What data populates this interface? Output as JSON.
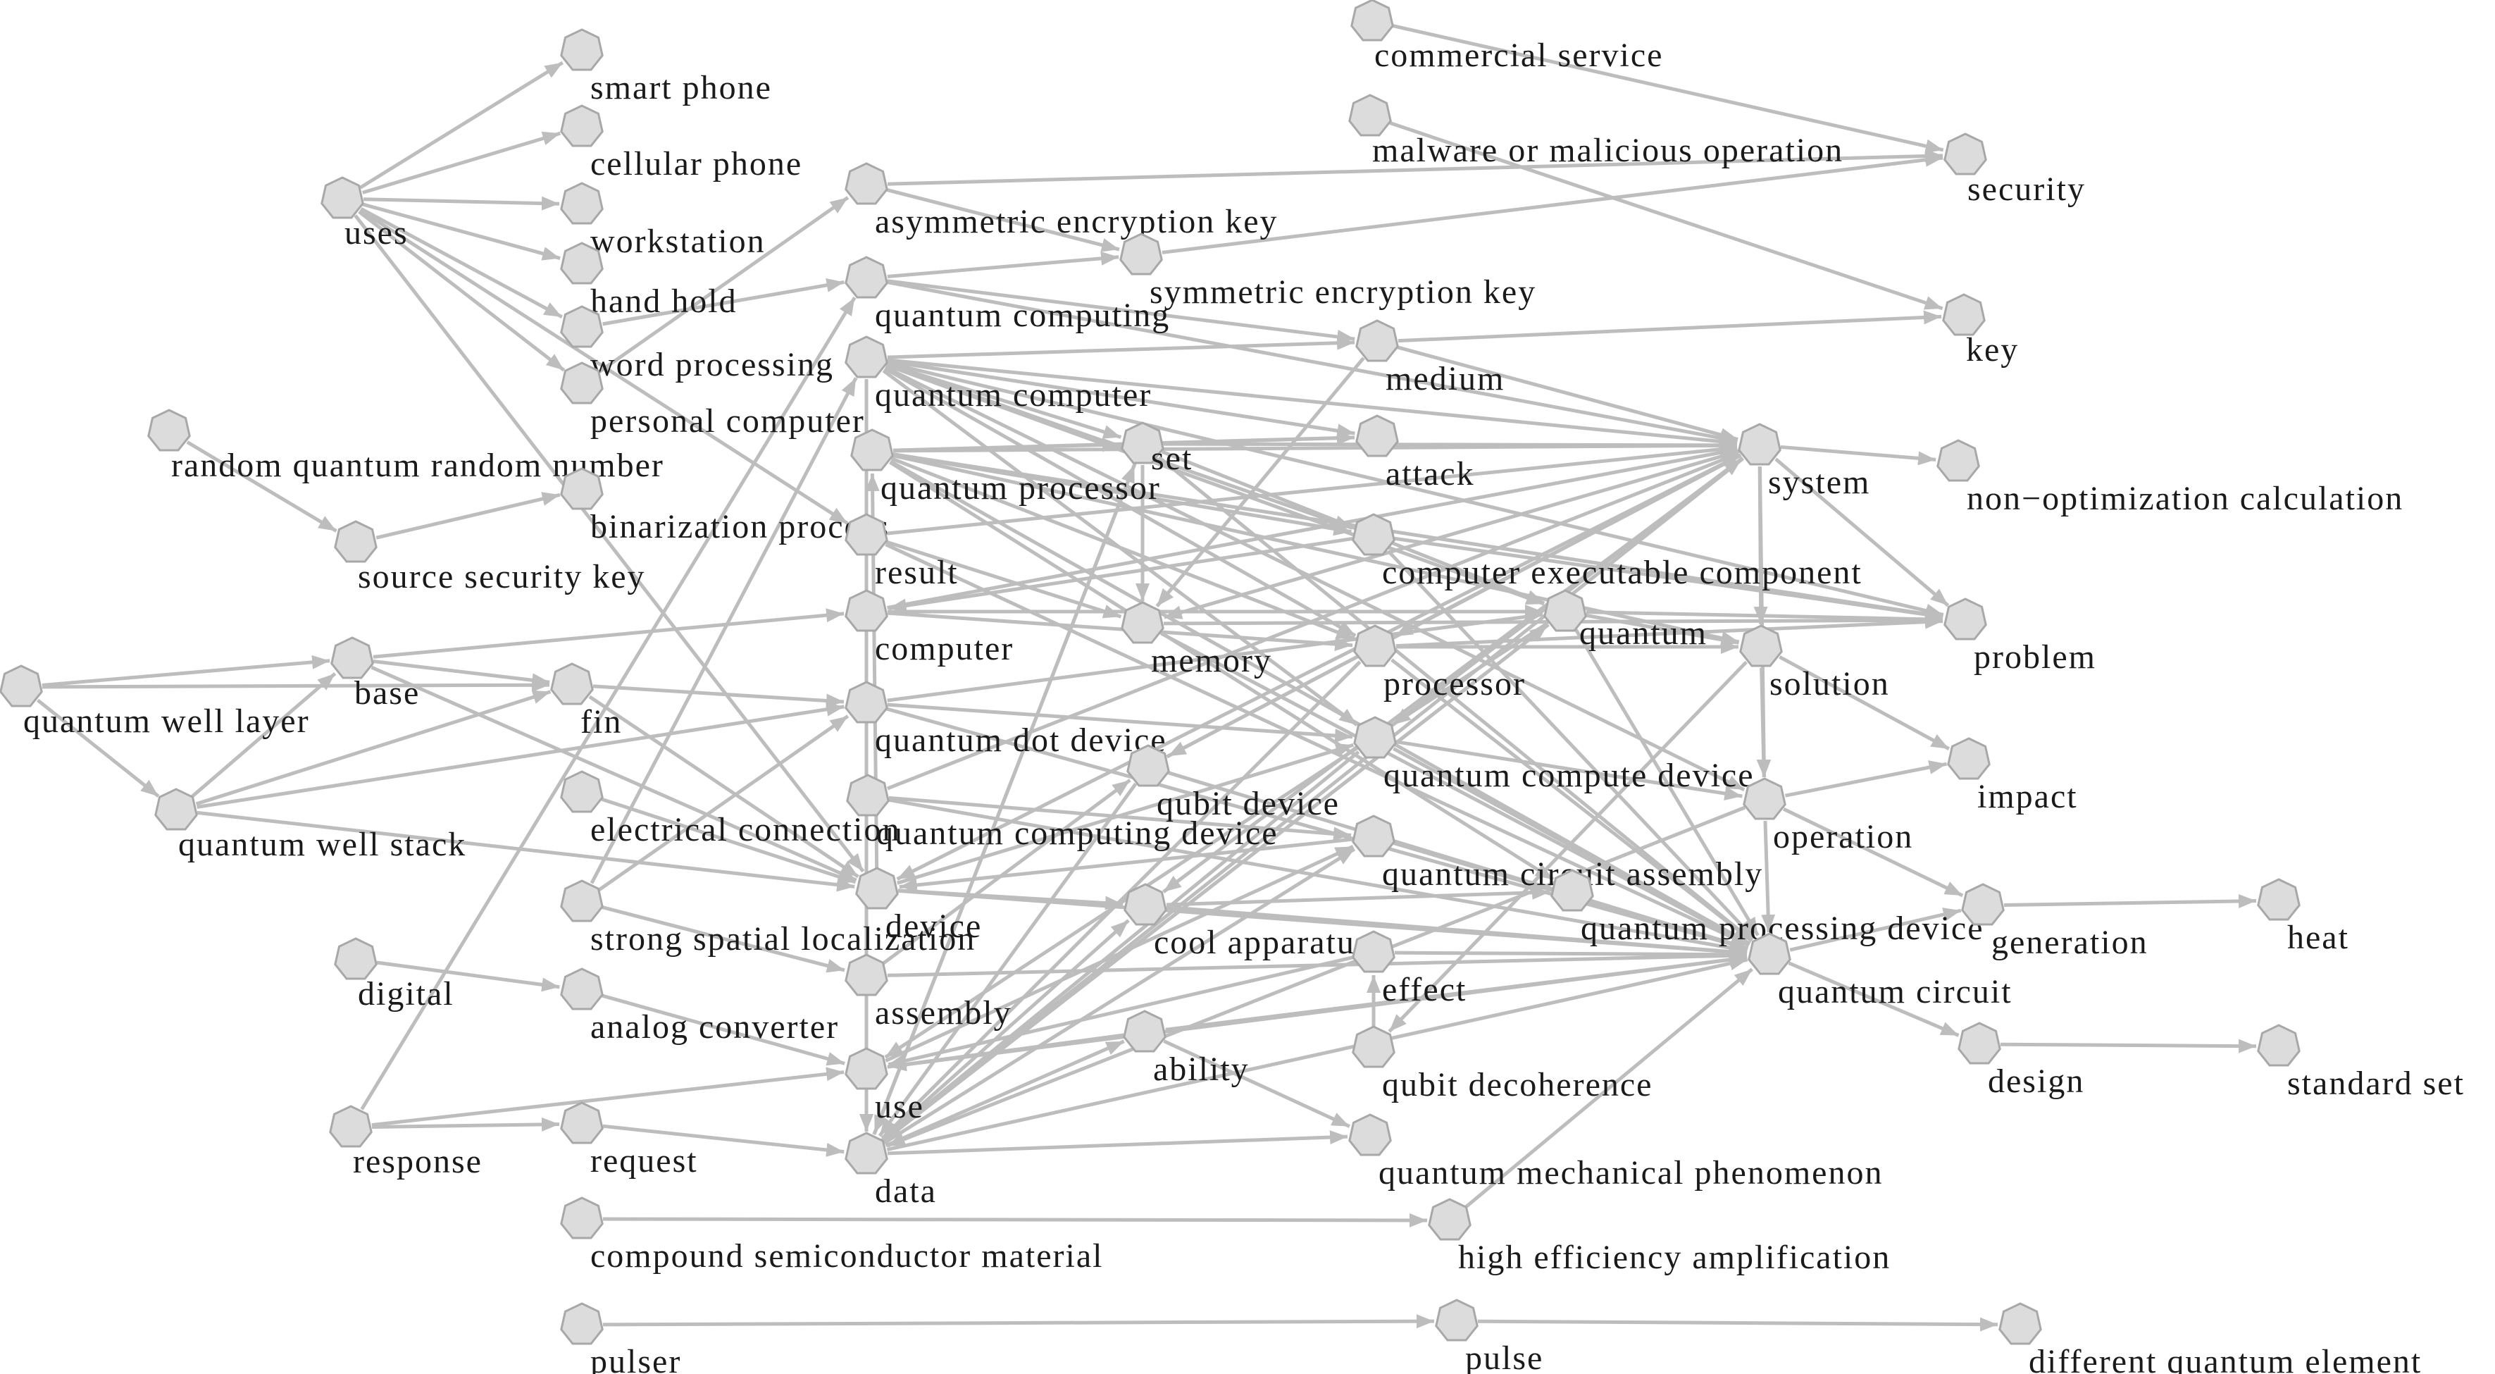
{
  "nodes": [
    {
      "id": "commercial_service",
      "label": "commercial service"
    },
    {
      "id": "malware",
      "label": "malware or malicious operation"
    },
    {
      "id": "security",
      "label": "security"
    },
    {
      "id": "key",
      "label": "key"
    },
    {
      "id": "smart_phone",
      "label": "smart phone"
    },
    {
      "id": "cellular_phone",
      "label": "cellular phone"
    },
    {
      "id": "uses",
      "label": "uses"
    },
    {
      "id": "workstation",
      "label": "workstation"
    },
    {
      "id": "hand_hold",
      "label": "hand hold"
    },
    {
      "id": "word_processing",
      "label": "word processing"
    },
    {
      "id": "personal_computer",
      "label": "personal computer"
    },
    {
      "id": "asymmetric_key",
      "label": "asymmetric encryption key"
    },
    {
      "id": "symmetric_key",
      "label": "symmetric encryption key"
    },
    {
      "id": "quantum_computing",
      "label": "quantum computing"
    },
    {
      "id": "quantum_computer",
      "label": "quantum computer"
    },
    {
      "id": "medium",
      "label": "medium"
    },
    {
      "id": "random_qrn",
      "label": "random quantum random number"
    },
    {
      "id": "quantum_processor",
      "label": "quantum processor"
    },
    {
      "id": "set",
      "label": "set"
    },
    {
      "id": "attack",
      "label": "attack"
    },
    {
      "id": "system",
      "label": "system"
    },
    {
      "id": "non_opt",
      "label": "non−optimization calculation"
    },
    {
      "id": "binarization",
      "label": "binarization process"
    },
    {
      "id": "source_security_key",
      "label": "source security key"
    },
    {
      "id": "result",
      "label": "result"
    },
    {
      "id": "cec",
      "label": "computer executable component"
    },
    {
      "id": "computer",
      "label": "computer"
    },
    {
      "id": "memory",
      "label": "memory"
    },
    {
      "id": "processor",
      "label": "processor"
    },
    {
      "id": "quantum",
      "label": "quantum"
    },
    {
      "id": "solution",
      "label": "solution"
    },
    {
      "id": "problem",
      "label": "problem"
    },
    {
      "id": "qwl",
      "label": "quantum well layer"
    },
    {
      "id": "base",
      "label": "base"
    },
    {
      "id": "fin",
      "label": "fin"
    },
    {
      "id": "qdd",
      "label": "quantum dot device"
    },
    {
      "id": "qcd",
      "label": "quantum compute device"
    },
    {
      "id": "impact",
      "label": "impact"
    },
    {
      "id": "qws",
      "label": "quantum well stack"
    },
    {
      "id": "electrical_connection",
      "label": "electrical connection"
    },
    {
      "id": "qubit_device",
      "label": "qubit device"
    },
    {
      "id": "qcomputing_device",
      "label": "quantum computing device"
    },
    {
      "id": "operation",
      "label": "operation"
    },
    {
      "id": "qca",
      "label": "quantum circuit assembly"
    },
    {
      "id": "ssl",
      "label": "strong spatial localization"
    },
    {
      "id": "device",
      "label": "device"
    },
    {
      "id": "cool_apparatus",
      "label": "cool apparatus"
    },
    {
      "id": "qpd",
      "label": "quantum processing device"
    },
    {
      "id": "generation",
      "label": "generation"
    },
    {
      "id": "heat",
      "label": "heat"
    },
    {
      "id": "digital",
      "label": "digital"
    },
    {
      "id": "analog_converter",
      "label": "analog converter"
    },
    {
      "id": "assembly",
      "label": "assembly"
    },
    {
      "id": "effect",
      "label": "effect"
    },
    {
      "id": "quantum_circuit",
      "label": "quantum circuit"
    },
    {
      "id": "ability",
      "label": "ability"
    },
    {
      "id": "qubit_decoherence",
      "label": "qubit decoherence"
    },
    {
      "id": "design",
      "label": "design"
    },
    {
      "id": "standard_set",
      "label": "standard set"
    },
    {
      "id": "use",
      "label": "use"
    },
    {
      "id": "response",
      "label": "response"
    },
    {
      "id": "request",
      "label": "request"
    },
    {
      "id": "data",
      "label": "data"
    },
    {
      "id": "qmp",
      "label": "quantum mechanical phenomenon"
    },
    {
      "id": "csm",
      "label": "compound semiconductor material"
    },
    {
      "id": "hea",
      "label": "high efficiency amplification"
    },
    {
      "id": "pulser",
      "label": "pulser"
    },
    {
      "id": "pulse",
      "label": "pulse"
    },
    {
      "id": "dqe",
      "label": "different quantum element"
    }
  ],
  "edges": [
    [
      "commercial_service",
      "security"
    ],
    [
      "malware",
      "key"
    ],
    [
      "asymmetric_key",
      "security"
    ],
    [
      "symmetric_key",
      "security"
    ],
    [
      "uses",
      "smart_phone"
    ],
    [
      "uses",
      "cellular_phone"
    ],
    [
      "uses",
      "workstation"
    ],
    [
      "uses",
      "hand_hold"
    ],
    [
      "uses",
      "word_processing"
    ],
    [
      "uses",
      "personal_computer"
    ],
    [
      "uses",
      "result"
    ],
    [
      "uses",
      "device"
    ],
    [
      "random_qrn",
      "source_security_key"
    ],
    [
      "source_security_key",
      "binarization"
    ],
    [
      "qwl",
      "base"
    ],
    [
      "qwl",
      "fin"
    ],
    [
      "qwl",
      "qws"
    ],
    [
      "base",
      "fin"
    ],
    [
      "base",
      "computer"
    ],
    [
      "base",
      "device"
    ],
    [
      "qws",
      "base"
    ],
    [
      "qws",
      "fin"
    ],
    [
      "qws",
      "qdd"
    ],
    [
      "qws",
      "device"
    ],
    [
      "fin",
      "qdd"
    ],
    [
      "fin",
      "device"
    ],
    [
      "electrical_connection",
      "device"
    ],
    [
      "ssl",
      "qdd"
    ],
    [
      "ssl",
      "quantum_computer"
    ],
    [
      "ssl",
      "assembly"
    ],
    [
      "digital",
      "analog_converter"
    ],
    [
      "analog_converter",
      "use"
    ],
    [
      "response",
      "request"
    ],
    [
      "response",
      "use"
    ],
    [
      "response",
      "quantum_computing"
    ],
    [
      "request",
      "data"
    ],
    [
      "csm",
      "hea"
    ],
    [
      "pulser",
      "pulse"
    ],
    [
      "pulse",
      "dqe"
    ],
    [
      "hea",
      "quantum_circuit"
    ],
    [
      "personal_computer",
      "asymmetric_key"
    ],
    [
      "word_processing",
      "quantum_computing"
    ],
    [
      "asymmetric_key",
      "symmetric_key"
    ],
    [
      "quantum_computing",
      "symmetric_key"
    ],
    [
      "quantum_computing",
      "system"
    ],
    [
      "quantum_computing",
      "medium"
    ],
    [
      "quantum_computer",
      "medium"
    ],
    [
      "quantum_computer",
      "system"
    ],
    [
      "quantum_computer",
      "set"
    ],
    [
      "quantum_computer",
      "attack"
    ],
    [
      "quantum_computer",
      "cec"
    ],
    [
      "quantum_computer",
      "processor"
    ],
    [
      "quantum_computer",
      "problem"
    ],
    [
      "quantum_computer",
      "qcd"
    ],
    [
      "quantum_computer",
      "quantum"
    ],
    [
      "quantum_computer",
      "operation"
    ],
    [
      "quantum_computer",
      "data"
    ],
    [
      "quantum_processor",
      "set"
    ],
    [
      "quantum_processor",
      "attack"
    ],
    [
      "quantum_processor",
      "system"
    ],
    [
      "quantum_processor",
      "cec"
    ],
    [
      "quantum_processor",
      "processor"
    ],
    [
      "quantum_processor",
      "solution"
    ],
    [
      "quantum_processor",
      "problem"
    ],
    [
      "quantum_processor",
      "quantum_circuit"
    ],
    [
      "quantum_processor",
      "qpd"
    ],
    [
      "medium",
      "key"
    ],
    [
      "medium",
      "system"
    ],
    [
      "medium",
      "memory"
    ],
    [
      "set",
      "attack"
    ],
    [
      "set",
      "system"
    ],
    [
      "set",
      "memory"
    ],
    [
      "set",
      "quantum_circuit"
    ],
    [
      "set",
      "quantum"
    ],
    [
      "set",
      "data"
    ],
    [
      "system",
      "non_opt"
    ],
    [
      "system",
      "problem"
    ],
    [
      "system",
      "solution"
    ],
    [
      "system",
      "memory"
    ],
    [
      "system",
      "processor"
    ],
    [
      "system",
      "data"
    ],
    [
      "system",
      "cool_apparatus"
    ],
    [
      "system",
      "qubit_device"
    ],
    [
      "system",
      "qcd"
    ],
    [
      "system",
      "device"
    ],
    [
      "system",
      "operation"
    ],
    [
      "result",
      "system"
    ],
    [
      "result",
      "memory"
    ],
    [
      "result",
      "quantum_circuit"
    ],
    [
      "computer",
      "system"
    ],
    [
      "computer",
      "quantum"
    ],
    [
      "computer",
      "processor"
    ],
    [
      "memory",
      "problem"
    ],
    [
      "memory",
      "quantum_circuit"
    ],
    [
      "processor",
      "solution"
    ],
    [
      "processor",
      "problem"
    ],
    [
      "processor",
      "quantum_circuit"
    ],
    [
      "processor",
      "data"
    ],
    [
      "quantum",
      "solution"
    ],
    [
      "quantum",
      "problem"
    ],
    [
      "quantum",
      "quantum_circuit"
    ],
    [
      "quantum",
      "use"
    ],
    [
      "quantum",
      "data"
    ],
    [
      "solution",
      "impact"
    ],
    [
      "solution",
      "operation"
    ],
    [
      "solution",
      "qubit_decoherence"
    ],
    [
      "cec",
      "computer"
    ],
    [
      "cec",
      "problem"
    ],
    [
      "cec",
      "quantum_circuit"
    ],
    [
      "qdd",
      "quantum_circuit"
    ],
    [
      "qdd",
      "qcd"
    ],
    [
      "qdd",
      "quantum"
    ],
    [
      "qcd",
      "system"
    ],
    [
      "qcd",
      "operation"
    ],
    [
      "qcd",
      "data"
    ],
    [
      "qcd",
      "quantum_circuit"
    ],
    [
      "qubit_device",
      "system"
    ],
    [
      "qubit_device",
      "quantum_circuit"
    ],
    [
      "qubit_device",
      "data"
    ],
    [
      "qcomputing_device",
      "quantum_circuit"
    ],
    [
      "qcomputing_device",
      "qca"
    ],
    [
      "qcomputing_device",
      "system"
    ],
    [
      "operation",
      "impact"
    ],
    [
      "operation",
      "generation"
    ],
    [
      "operation",
      "quantum_circuit"
    ],
    [
      "operation",
      "data"
    ],
    [
      "qca",
      "quantum_circuit"
    ],
    [
      "qca",
      "device"
    ],
    [
      "device",
      "quantum_circuit"
    ],
    [
      "device",
      "cool_apparatus"
    ],
    [
      "device",
      "quantum_processor"
    ],
    [
      "device",
      "qcd"
    ],
    [
      "cool_apparatus",
      "quantum_circuit"
    ],
    [
      "cool_apparatus",
      "qpd"
    ],
    [
      "generation",
      "heat"
    ],
    [
      "quantum_circuit",
      "generation"
    ],
    [
      "quantum_circuit",
      "design"
    ],
    [
      "design",
      "standard_set"
    ],
    [
      "assembly",
      "quantum_circuit"
    ],
    [
      "assembly",
      "qubit_device"
    ],
    [
      "effect",
      "quantum_circuit"
    ],
    [
      "effect",
      "use"
    ],
    [
      "qubit_decoherence",
      "effect"
    ],
    [
      "ability",
      "quantum_circuit"
    ],
    [
      "ability",
      "use"
    ],
    [
      "ability",
      "qmp"
    ],
    [
      "use",
      "data"
    ],
    [
      "use",
      "quantum_circuit"
    ],
    [
      "use",
      "qca"
    ],
    [
      "data",
      "qmp"
    ],
    [
      "data",
      "quantum_circuit"
    ],
    [
      "data",
      "qca"
    ],
    [
      "data",
      "cool_apparatus"
    ],
    [
      "data",
      "set"
    ],
    [
      "data",
      "quantum"
    ],
    [
      "data",
      "ability"
    ]
  ]
}
